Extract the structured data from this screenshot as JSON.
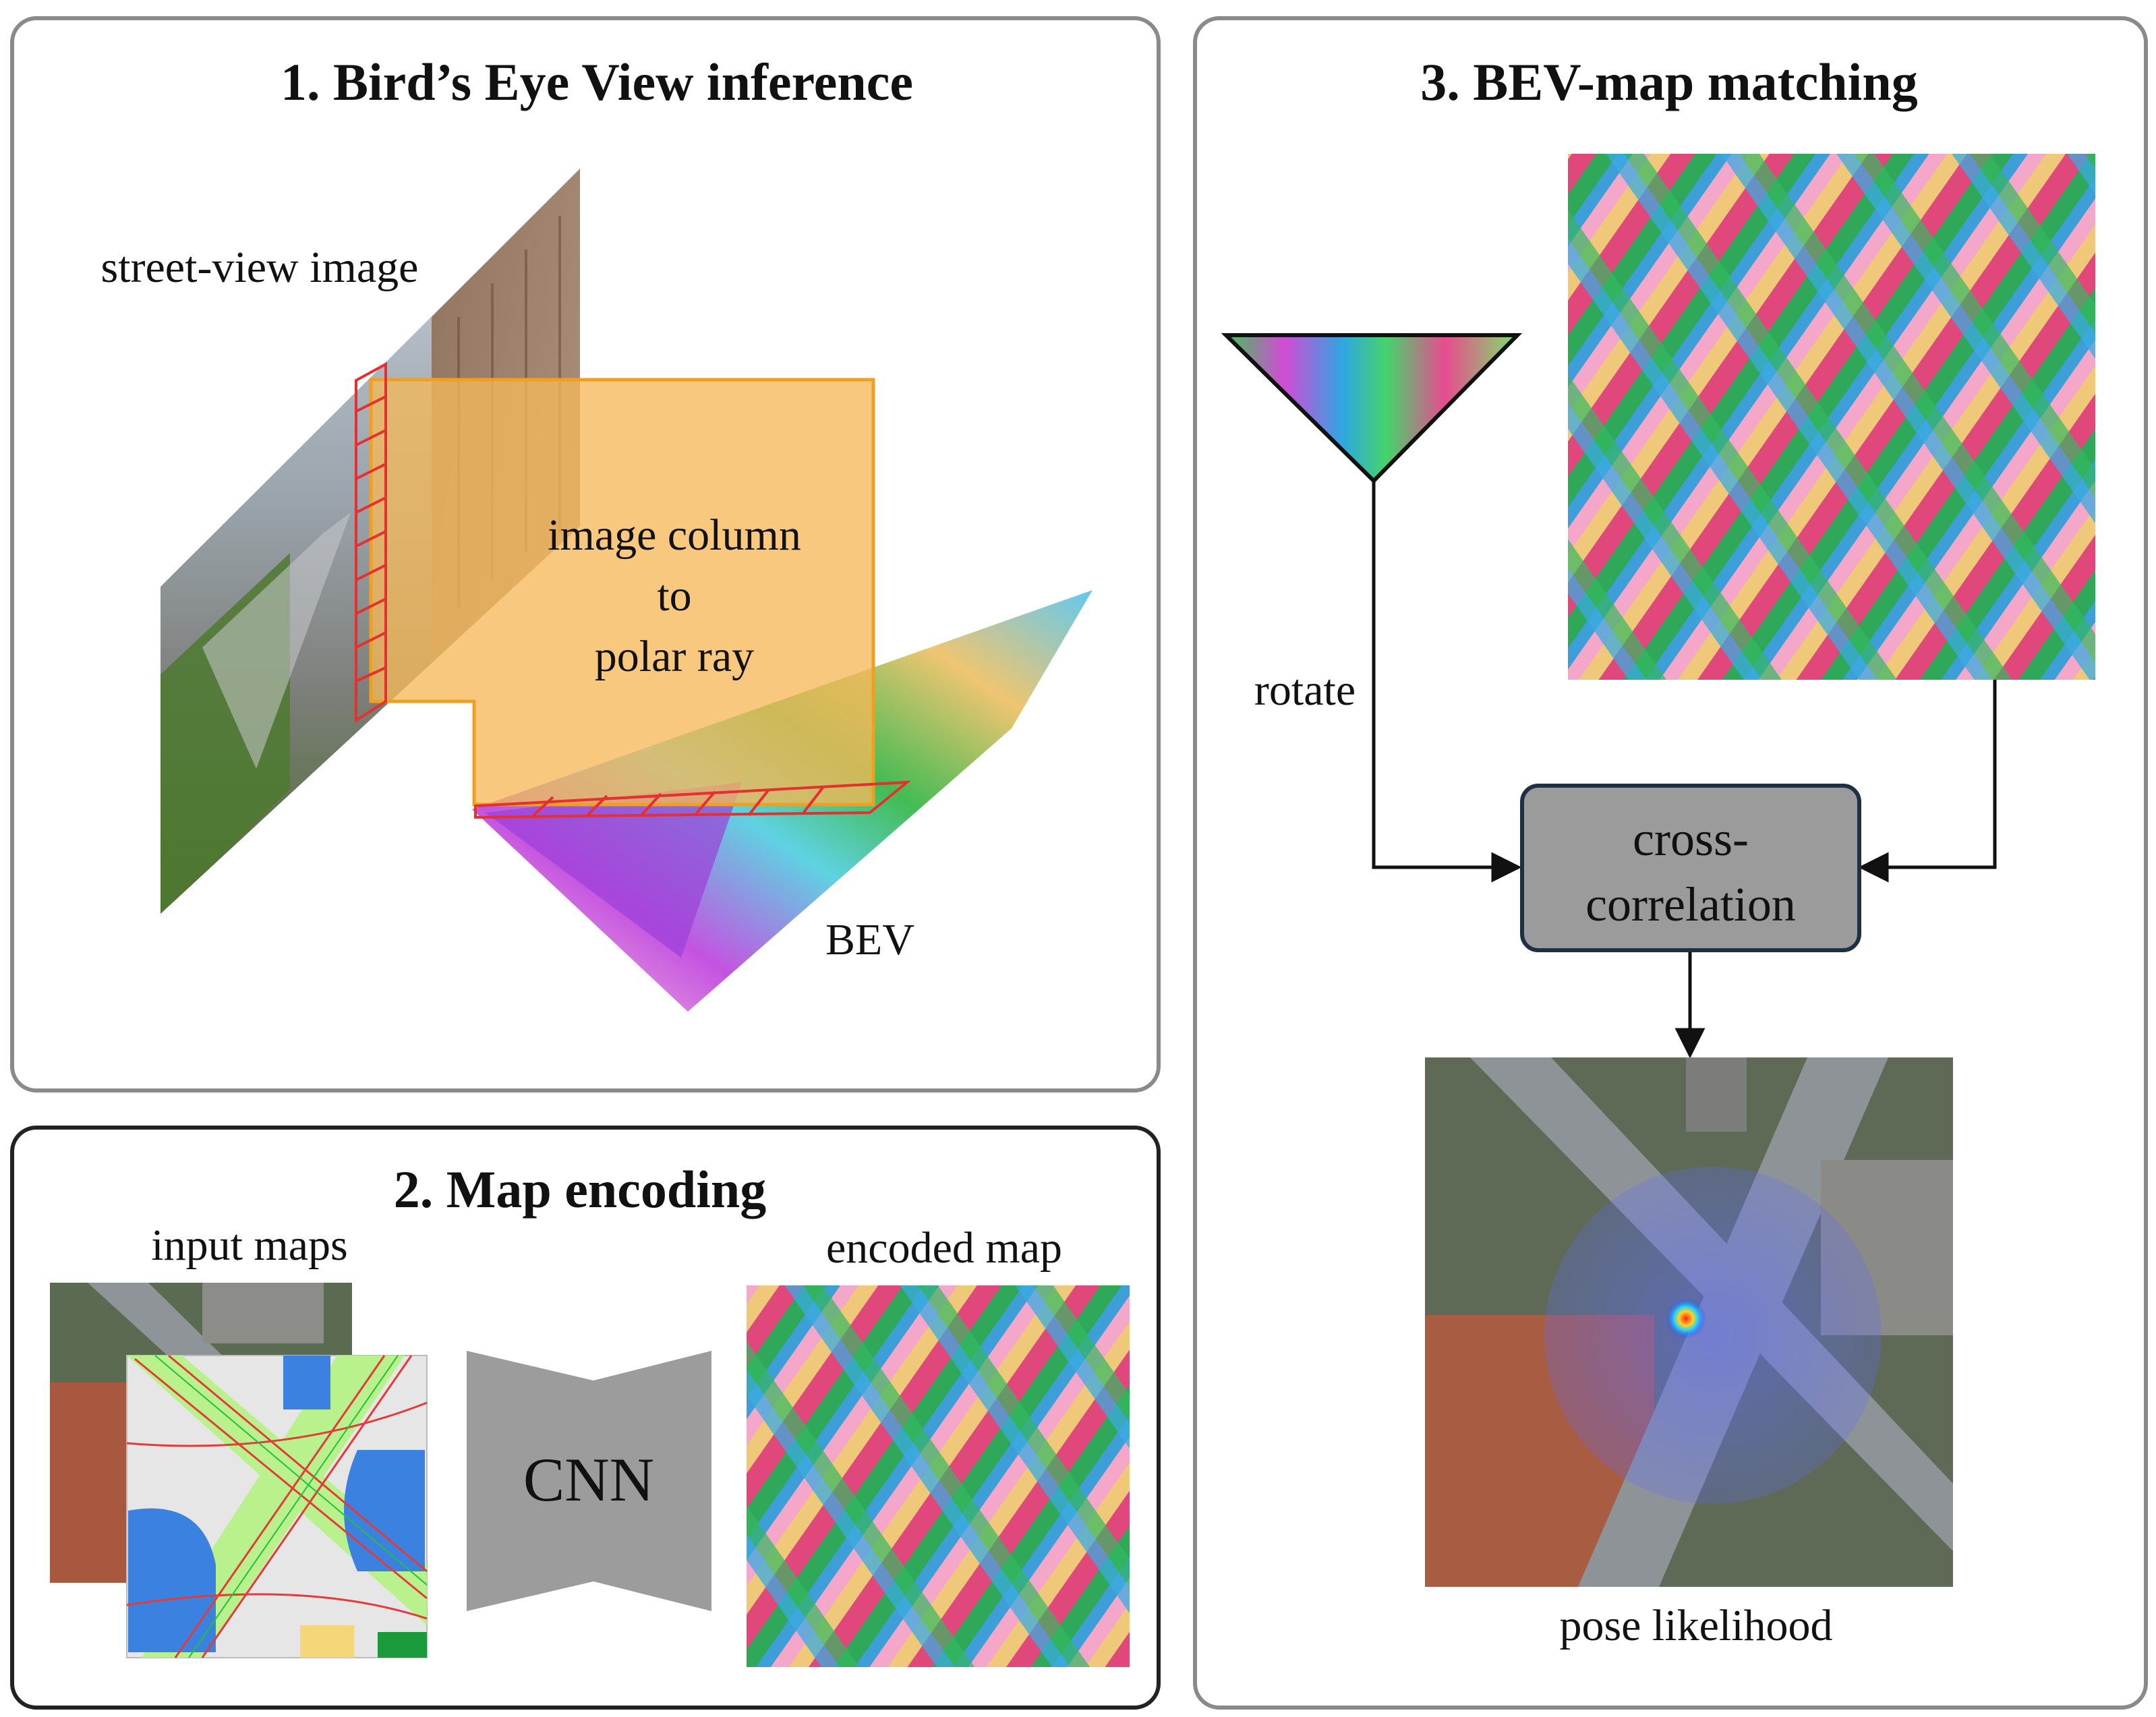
{
  "panels": {
    "bev_inference": {
      "title": "1. Bird’s Eye View inference",
      "street_view_label": "street-view image",
      "projection_label_lines": [
        "image column",
        "to",
        "polar ray"
      ],
      "bev_label": "BEV"
    },
    "map_encoding": {
      "title": "2. Map encoding",
      "input_label": "input maps",
      "cnn_label": "CNN",
      "output_label": "encoded map"
    },
    "bev_map_matching": {
      "title": "3. BEV-map matching",
      "rotate_label": "rotate",
      "correlation_lines": [
        "cross-",
        "correlation"
      ],
      "output_label": "pose likelihood"
    }
  },
  "colors": {
    "panel_border_light": "#8a8a8a",
    "panel_border_dark": "#222222",
    "orange_fill": "#f5b95a",
    "orange_edge": "#f0a020",
    "red_grid": "#e53030",
    "correlation_box": "#9b9b9b",
    "correlation_edge": "#1f2f44",
    "cnn_fill": "#9c9c9c",
    "map_road": "#e43a3a",
    "map_building": "#3b82e0",
    "map_green": "#b9f28d"
  }
}
